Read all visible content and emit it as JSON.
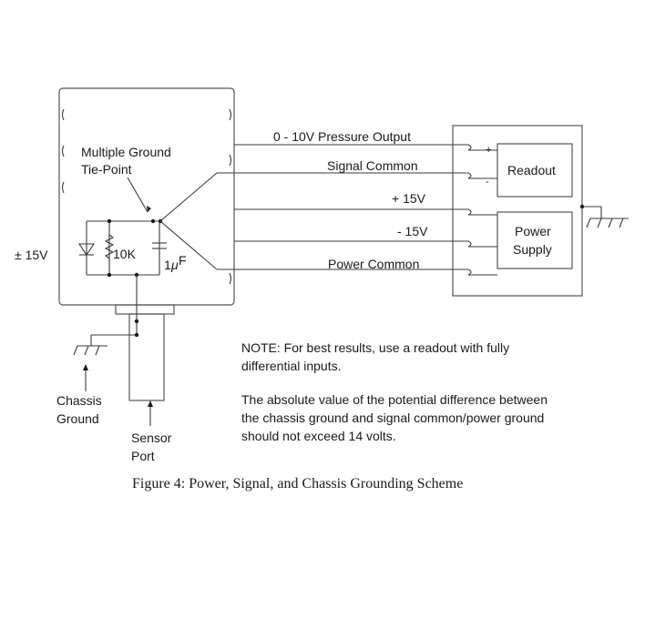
{
  "labels": {
    "multiple_ground": "Multiple Ground",
    "tie_point": "Tie-Point",
    "supply_voltage": "± 15V",
    "resistor": "10K",
    "capacitor_num": "1",
    "capacitor_unit": "μ",
    "capacitor_F": "F",
    "pressure_output": "0 - 10V Pressure Output",
    "signal_common": "Signal Common",
    "plus_15v": "+ 15V",
    "minus_15v": "- 15V",
    "power_common": "Power Common",
    "readout": "Readout",
    "power": "Power",
    "supply": "Supply",
    "plus_sign": "+",
    "minus_sign": "-",
    "chassis": "Chassis",
    "ground": "Ground",
    "sensor": "Sensor",
    "port": "Port"
  },
  "note": {
    "line1": "NOTE: For best results, use a readout with fully",
    "line2": "differential inputs.",
    "line3": "The absolute value of the potential difference between",
    "line4": "the chassis ground and signal common/power ground",
    "line5": "should not exceed 14 volts."
  },
  "caption": "Figure 4:  Power, Signal, and Chassis Grounding Scheme"
}
